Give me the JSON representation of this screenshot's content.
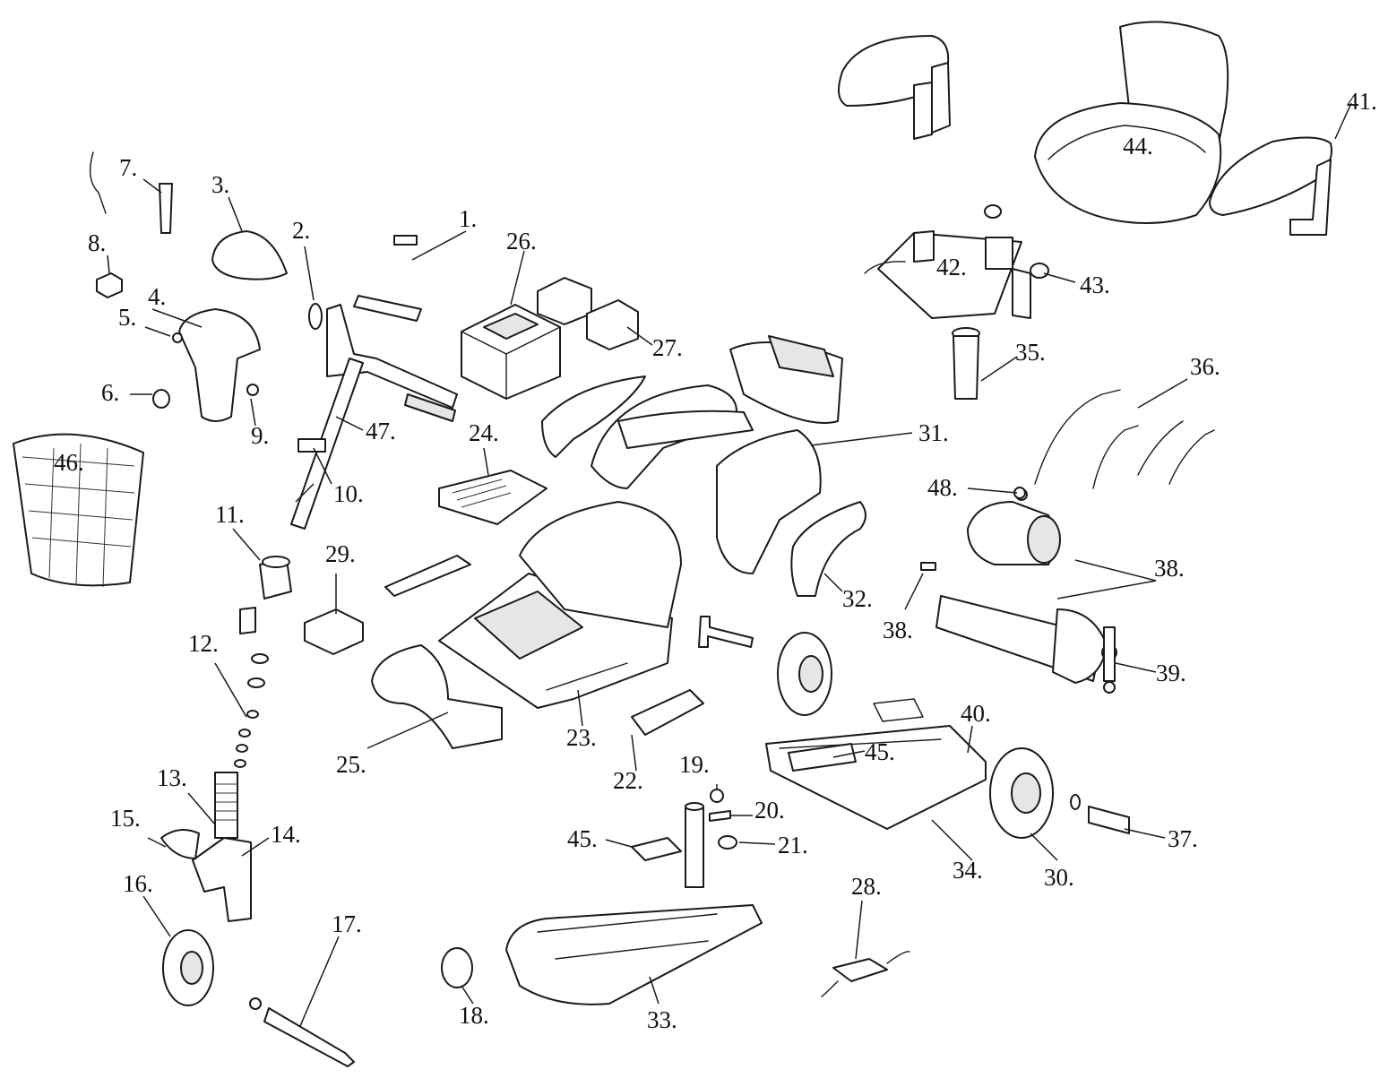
{
  "diagram": {
    "labels": {
      "p1": "1.",
      "p2": "2.",
      "p3": "3.",
      "p4": "4.",
      "p5": "5.",
      "p6": "6.",
      "p7": "7.",
      "p8": "8.",
      "p9": "9.",
      "p10": "10.",
      "p11": "11.",
      "p12": "12.",
      "p13": "13.",
      "p14": "14.",
      "p15": "15.",
      "p16": "16.",
      "p17": "17.",
      "p18": "18.",
      "p19": "19.",
      "p20": "20.",
      "p21": "21.",
      "p22": "22.",
      "p23": "23.",
      "p24": "24.",
      "p25": "25.",
      "p26": "26.",
      "p27": "27.",
      "p28": "28.",
      "p29": "29.",
      "p30": "30.",
      "p31": "31.",
      "p32": "32.",
      "p33": "33.",
      "p34": "34.",
      "p35": "35.",
      "p36": "36.",
      "p37": "37.",
      "p38a": "38.",
      "p38b": "38.",
      "p39": "39.",
      "p40": "40.",
      "p41": "41.",
      "p42": "42.",
      "p43": "43.",
      "p44": "44.",
      "p45a": "45.",
      "p45b": "45.",
      "p46": "46.",
      "p47": "47.",
      "p48": "48."
    },
    "colors": {
      "line": "#1a1a1a",
      "fill": "#ffffff",
      "shade": "#e6e6e6"
    }
  }
}
